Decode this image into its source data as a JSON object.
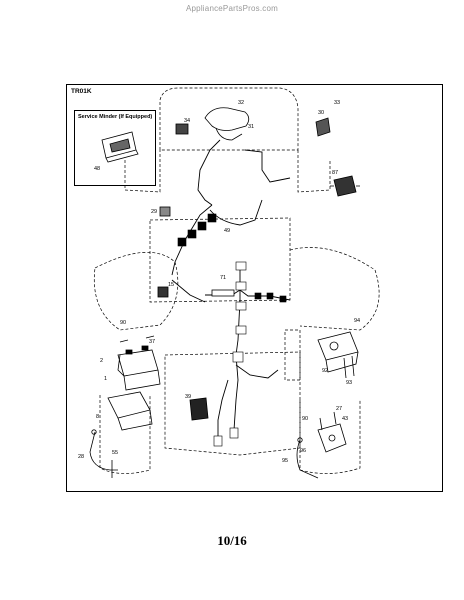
{
  "header": {
    "site": "AppliancePartsPros.com"
  },
  "diagram": {
    "code": "TR01K",
    "inset_title": "Service Minder (If Equipped)",
    "callouts": {
      "c32": "32",
      "c34": "34",
      "c31": "31",
      "c30": "30",
      "c33": "33",
      "c48": "48",
      "c87": "87",
      "c29": "29",
      "c49": "49",
      "c71": "71",
      "c15": "15",
      "c90": "90",
      "c2": "2",
      "c37": "37",
      "c1": "1",
      "c94": "94",
      "c92": "92",
      "c93": "93",
      "c39": "39",
      "c8": "8",
      "c28": "28",
      "c55": "55",
      "c90b": "90",
      "c27": "27",
      "c43": "43",
      "c96": "96",
      "c95": "95"
    }
  },
  "footer": {
    "page": "10/16"
  }
}
